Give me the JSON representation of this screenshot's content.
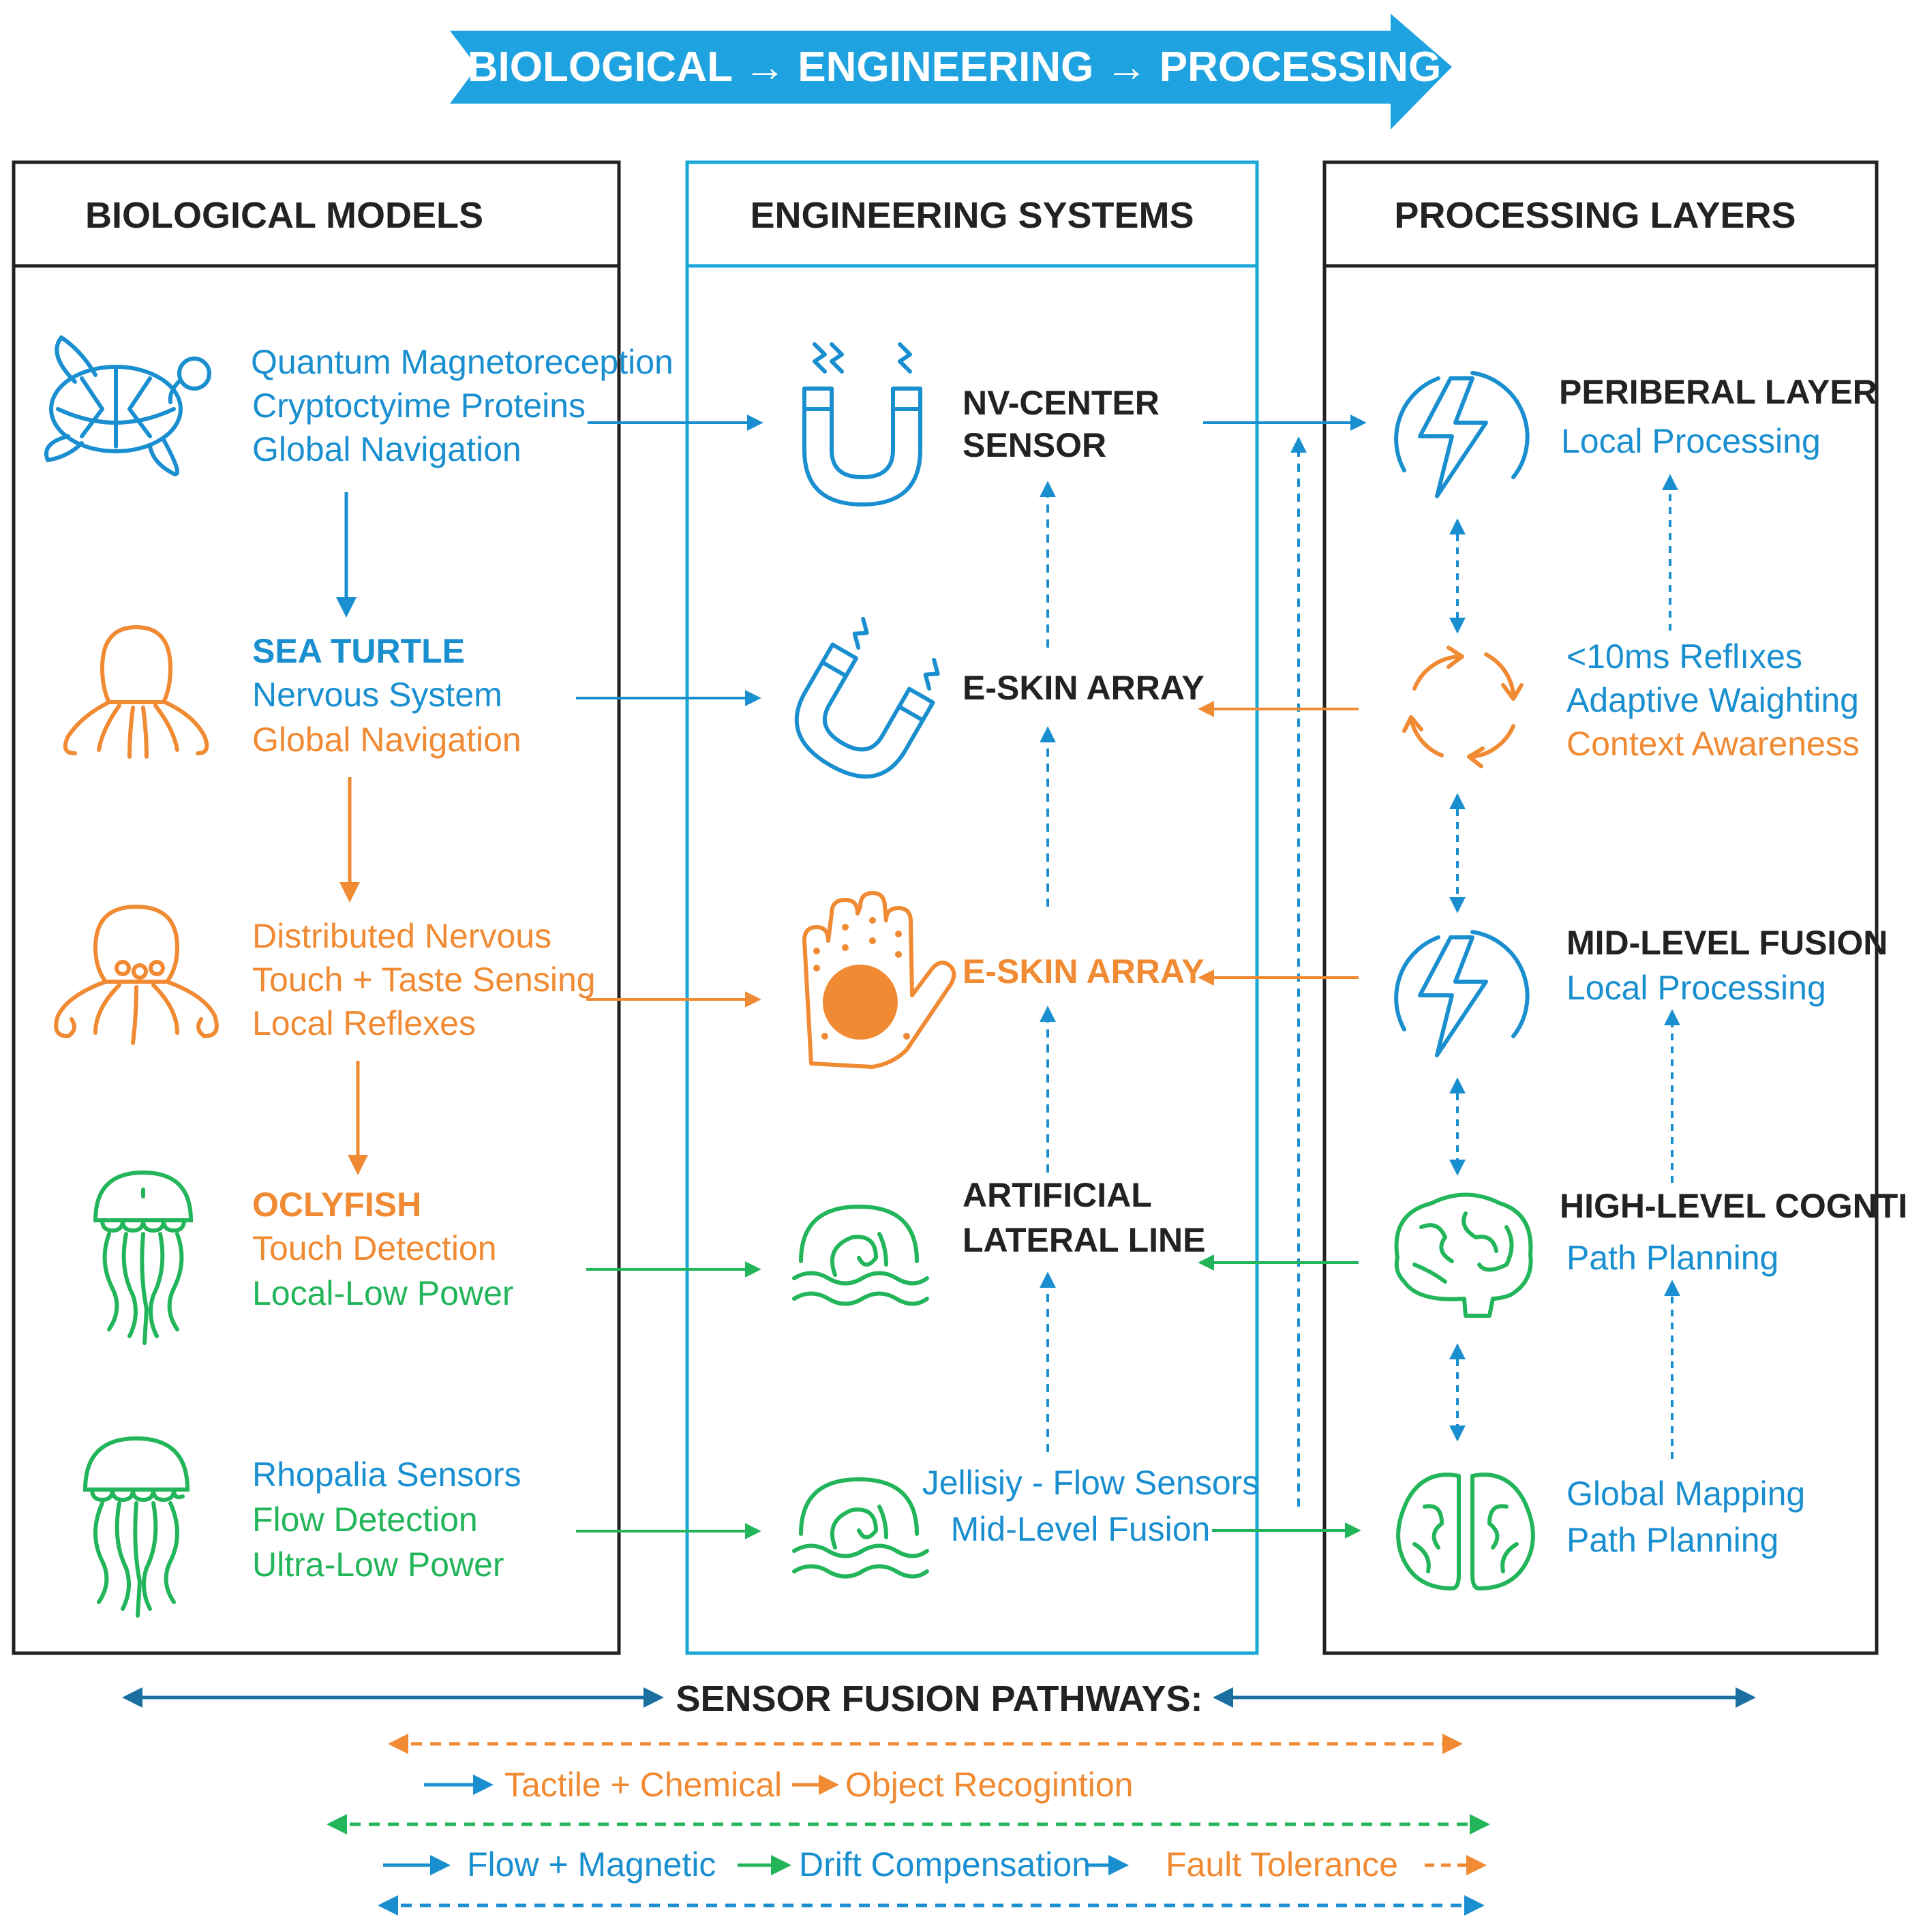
{
  "banner": {
    "title": "BIOLOGICAL → ENGINEERING → PROCESSING"
  },
  "columns": {
    "biological": "BIOLOGICAL MODELS",
    "engineering": "ENGINEERING SYSTEMS",
    "processing": "PROCESSING LAYERS"
  },
  "biological": [
    {
      "icon": "sea-turtle-icon",
      "lines": [
        "Quantum Magnetoreception",
        "Cryptoctyime Proteins",
        "Global Navigation"
      ]
    },
    {
      "icon": "octopus-icon",
      "lines": [
        "SEA TURTLE",
        "Nervous System",
        "Global Navigation"
      ]
    },
    {
      "icon": "octopus-icon",
      "lines": [
        "Distributed Nervous",
        "Touch + Taste Sensing",
        "Local Reflexes"
      ]
    },
    {
      "icon": "jellyfish-icon",
      "lines": [
        "OCLYFISH",
        "Touch Detection",
        "Local-Low Power"
      ]
    },
    {
      "icon": "jellyfish-icon",
      "lines": [
        "Rhopalia Sensors",
        "Flow Detection",
        "Ultra-Low Power"
      ]
    }
  ],
  "engineering": [
    {
      "icon": "magnet-icon",
      "lines": [
        "NV-CENTER",
        "SENSOR"
      ]
    },
    {
      "icon": "magnet-icon",
      "lines": [
        "E-SKIN ARRAY"
      ]
    },
    {
      "icon": "hand-icon",
      "lines": [
        "E-SKIN ARRAY"
      ]
    },
    {
      "icon": "wave-icon",
      "lines": [
        "ARTIFICIAL",
        "LATERAL LINE"
      ]
    },
    {
      "icon": "wave-icon",
      "lines": [
        "Jellisiy - Flow Sensors",
        "Mid-Level Fusion"
      ]
    }
  ],
  "processing": [
    {
      "icon": "lightning-icon",
      "lines": [
        "PERIBERAL LAYER",
        "Local Processing"
      ]
    },
    {
      "icon": "cycle-arrows-icon",
      "lines": [
        "<10ms Reflıxes",
        "Adaptive Waighting",
        "Context Awareness"
      ]
    },
    {
      "icon": "lightning-icon",
      "lines": [
        "MID-LEVEL FUSION",
        "Local Processing"
      ]
    },
    {
      "icon": "brain-icon",
      "lines": [
        "HIGH-LEVEL COGNTIVE",
        "Path Planning"
      ]
    },
    {
      "icon": "brain-icon",
      "lines": [
        "Global Mapping",
        "Path Planning"
      ]
    }
  ],
  "fusion": {
    "title": "SENSOR FUSION PATHWAYS:",
    "row1": [
      "Tactile + Chemical",
      "Object Recogintion"
    ],
    "row2": [
      "Flow + Magnetic",
      "Drift Compensation",
      "Fault Tolerance"
    ]
  },
  "colors": {
    "blue": "#1a8fd0",
    "banner": "#1fa3e0",
    "orange": "#f08a33",
    "green": "#22b55a",
    "teal": "#1aa88e",
    "dark": "#222222"
  }
}
